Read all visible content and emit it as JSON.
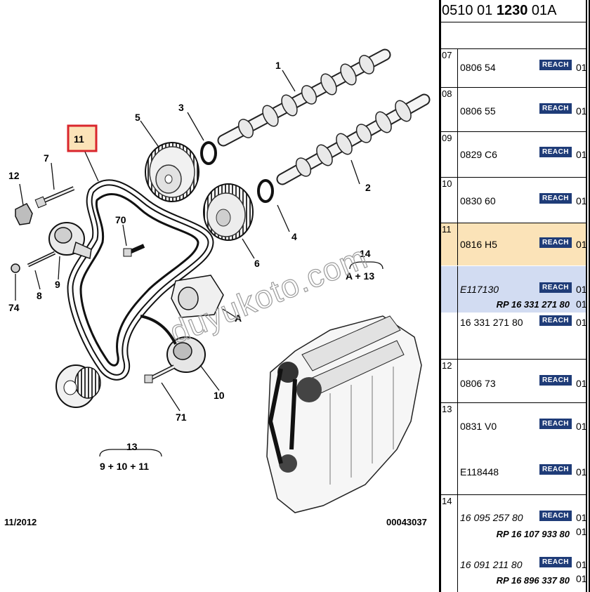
{
  "diagram": {
    "date": "11/2012",
    "ref": "00043037",
    "watermark": "duyukoto.com",
    "callouts": {
      "c1": "1",
      "c2": "2",
      "c3": "3",
      "c4": "4",
      "c5": "5",
      "c6": "6",
      "c7": "7",
      "c8": "8",
      "c9": "9",
      "c10": "10",
      "c11": "11",
      "c12": "12",
      "c70": "70",
      "c71": "71",
      "c74": "74",
      "c13": "13",
      "c14": "14",
      "a": "A",
      "a_label": "A"
    },
    "formula_13": "9 + 10 + 11",
    "formula_14": "A + 13",
    "selected_item": "11",
    "highlight_color": "#d9262c"
  },
  "panel": {
    "header_pre": "0510 01 ",
    "header_bold": "1230",
    "header_post": " 01A",
    "badge_label": "REACH",
    "selected_color": "#fbe3b8",
    "alt_color": "#d2dcf2",
    "rows": [
      {
        "num": "07",
        "code": "0806 54",
        "qty": "01"
      },
      {
        "num": "08",
        "code": "0806 55",
        "qty": "01"
      },
      {
        "num": "09",
        "code": "0829 C6",
        "qty": "01"
      },
      {
        "num": "10",
        "code": "0830 60",
        "qty": "01"
      },
      {
        "num": "11",
        "code": "0816 H5",
        "qty": "01"
      },
      {
        "alt_code": "E117130",
        "alt_qty": "01",
        "alt_rp": "RP 16 331 271 80",
        "alt_rp_qty": "01",
        "code": "16 331 271 80",
        "qty": "01"
      },
      {
        "num": "12",
        "code": "0806 73",
        "qty": "01"
      },
      {
        "num": "13",
        "code": "0831 V0",
        "qty": "01",
        "code2": "E118448",
        "qty2": "01"
      },
      {
        "num": "14",
        "code": "16 095 257 80",
        "qty": "01",
        "rp": "RP 16 107 933 80",
        "rp_qty": "01",
        "code2": "16 091 211 80",
        "qty2": "01",
        "rp2": "RP 16 896 337 80",
        "rp2_qty": "01"
      }
    ]
  }
}
